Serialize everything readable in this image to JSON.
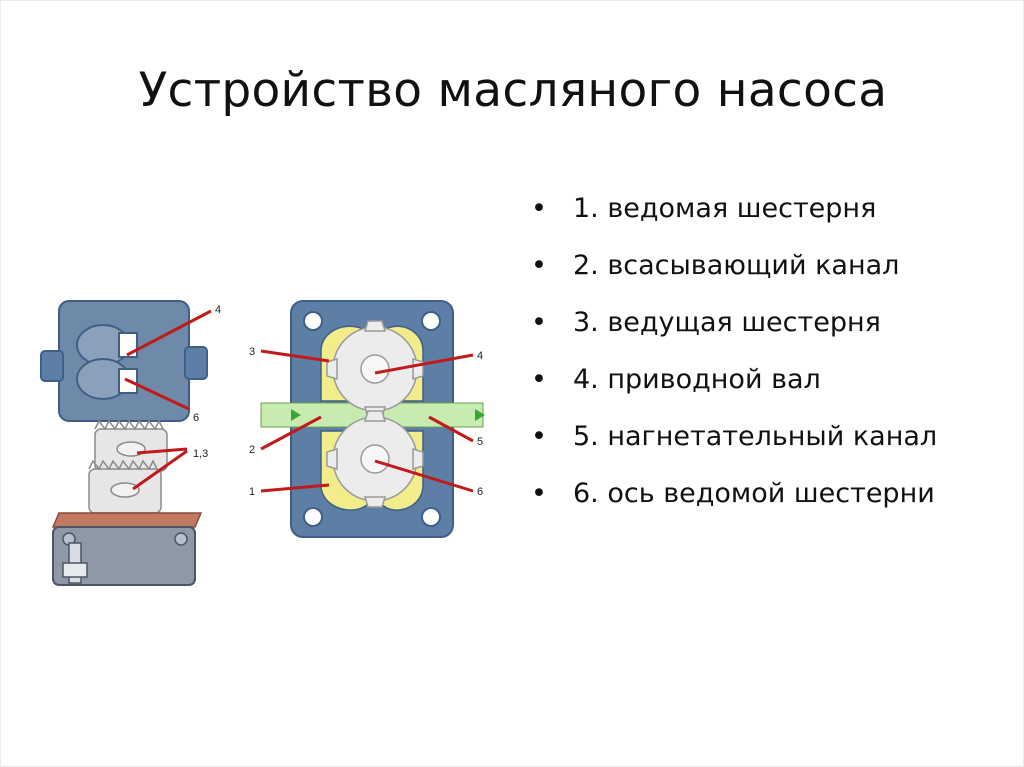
{
  "slide": {
    "title": "Устройство масляного насоса"
  },
  "legend": {
    "items": [
      {
        "text": "1. ведомая шестерня"
      },
      {
        "text": "2. всасывающий канал"
      },
      {
        "text": "3. ведущая шестерня"
      },
      {
        "text": "4. приводной вал"
      },
      {
        "text": "5. нагнетательный канал"
      },
      {
        "text": "6. ось ведомой шестерни"
      }
    ],
    "bullet": "•"
  },
  "diagram": {
    "exploded_labels": [
      "4",
      "6",
      "1,3"
    ],
    "section_labels": [
      "3",
      "2",
      "1",
      "4",
      "5",
      "6"
    ],
    "colors": {
      "housing": "#5d7fa5",
      "housing_dark": "#3f5f86",
      "gear_zone": "#f3ec8a",
      "gear": "#e6e6e6",
      "leader": "#c01a1a",
      "flow_in": "#c8ecb0",
      "flow_arrow": "#3aa635",
      "cover": "#8e98a7",
      "gasket": "#c07a62"
    }
  }
}
